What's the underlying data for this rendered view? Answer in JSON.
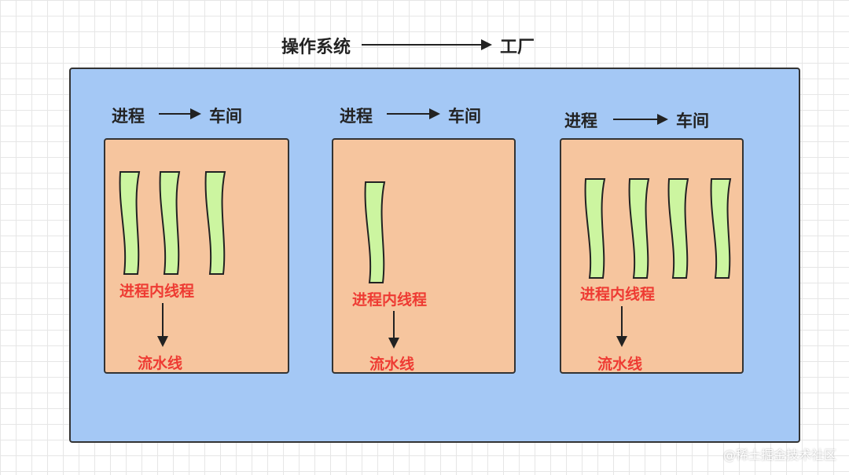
{
  "header": {
    "left": "操作系统",
    "right": "工厂"
  },
  "workshops": [
    {
      "process_label": "进程",
      "workshop_label": "车间",
      "threads_label": "进程内线程",
      "pipeline_label": "流水线",
      "thread_count": 3
    },
    {
      "process_label": "进程",
      "workshop_label": "车间",
      "threads_label": "进程内线程",
      "pipeline_label": "流水线",
      "thread_count": 1
    },
    {
      "process_label": "进程",
      "workshop_label": "车间",
      "threads_label": "进程内线程",
      "pipeline_label": "流水线",
      "thread_count": 4
    }
  ],
  "watermark": "@稀土掘金技术社区",
  "colors": {
    "factory": "#a4c8f5",
    "workshop": "#f6c59e",
    "thread": "#ccf5a0",
    "label_red": "#ee3b33"
  }
}
